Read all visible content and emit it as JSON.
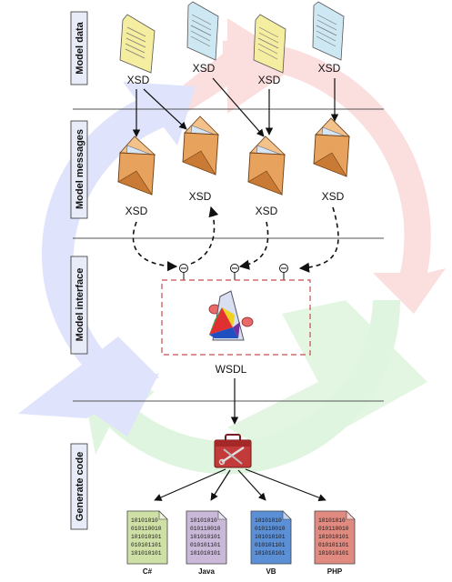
{
  "lanes": [
    {
      "label": "Model data"
    },
    {
      "label": "Model messages"
    },
    {
      "label": "Model interface"
    },
    {
      "label": "Generate code"
    }
  ],
  "model_data": {
    "docs": [
      {
        "label": "XSD",
        "color": "#f5eea0"
      },
      {
        "label": "XSD",
        "color": "#cde8f2"
      },
      {
        "label": "XSD",
        "color": "#f5eea0"
      },
      {
        "label": "XSD",
        "color": "#cde8f2"
      }
    ]
  },
  "model_messages": {
    "envelopes": [
      {
        "label": "XSD"
      },
      {
        "label": "XSD"
      },
      {
        "label": "XSD"
      },
      {
        "label": "XSD"
      }
    ]
  },
  "interface": {
    "label": "WSDL"
  },
  "generated": {
    "code_lines": [
      "10101010",
      "010110010",
      "101010101",
      "010101101",
      "101010101"
    ],
    "files": [
      {
        "label": "C#",
        "color": "#cfe0a6"
      },
      {
        "label": "Java",
        "color": "#c9b8d8"
      },
      {
        "label": "VB",
        "color": "#5b8fd6"
      },
      {
        "label": "PHP",
        "color": "#e08a80"
      }
    ]
  },
  "colors": {
    "cycle_blue": "#dfe3fb",
    "cycle_red": "#fbdede",
    "cycle_green": "#dff5df",
    "envelope": "#e7a25e",
    "interface_box": "#c84d4d"
  }
}
